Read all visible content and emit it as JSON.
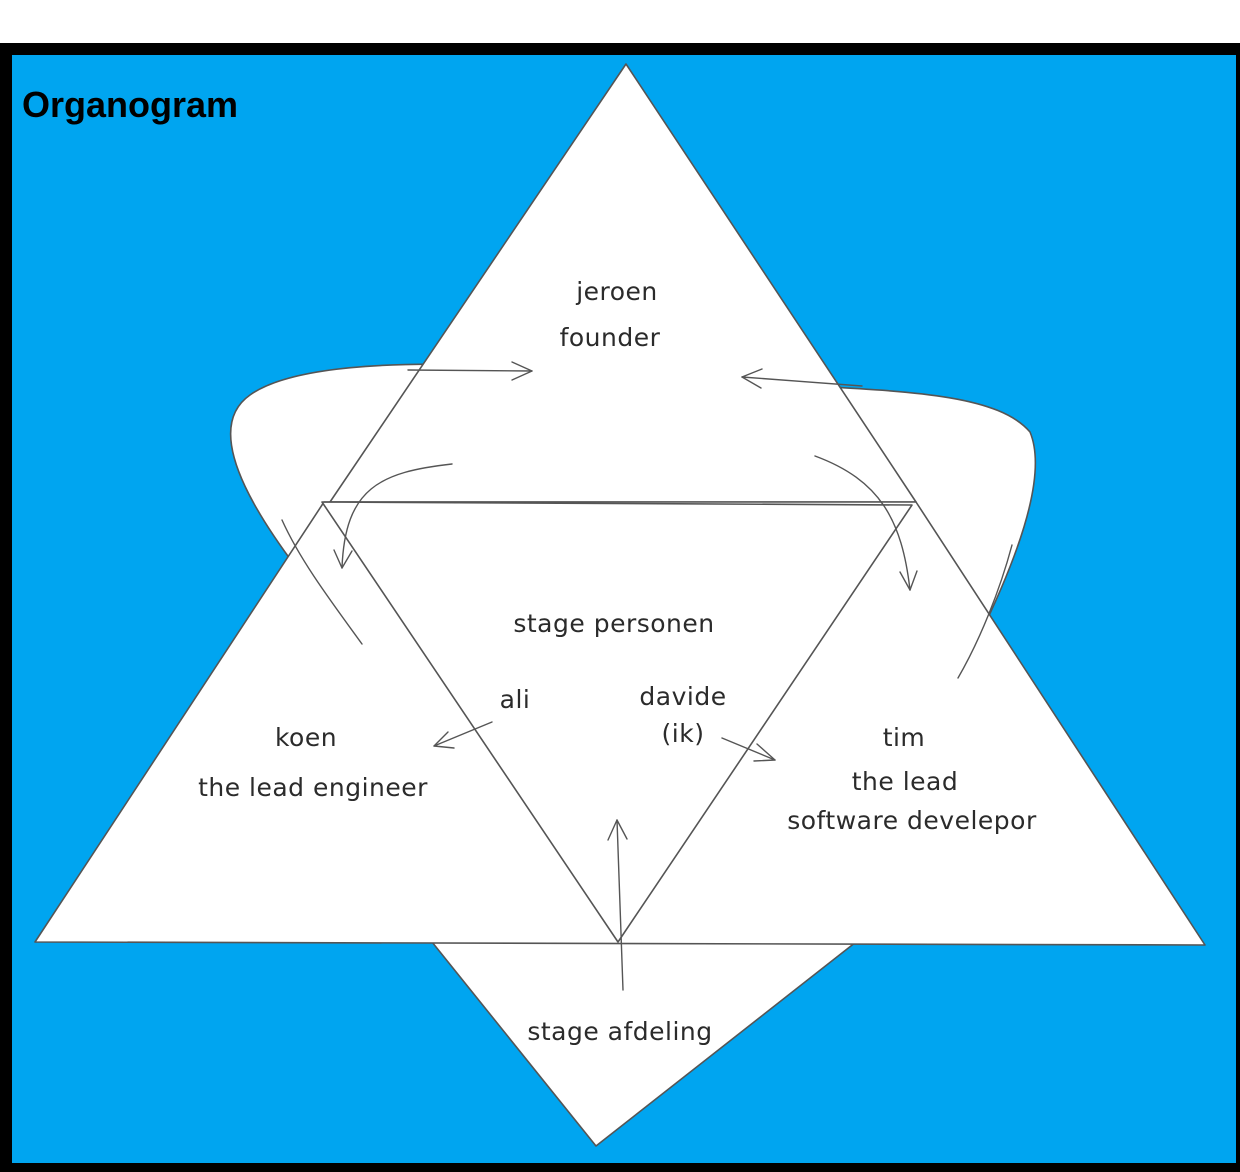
{
  "title": "Organogram",
  "colors": {
    "background": "#00a5f0",
    "frame": "#000000",
    "shape_fill": "#ffffff",
    "stroke": "#555555"
  },
  "nodes": {
    "top": {
      "name": "jeroen",
      "role": "founder"
    },
    "left": {
      "name": "koen",
      "role": "the lead engineer"
    },
    "right": {
      "name": "tim",
      "role_line1": "the lead",
      "role_line2": "software develepor"
    },
    "center": {
      "title": "stage personen",
      "person_left": "ali",
      "person_right_line1": "davide",
      "person_right_line2": "(ik)"
    },
    "bottom": {
      "label": "stage afdeling"
    }
  }
}
